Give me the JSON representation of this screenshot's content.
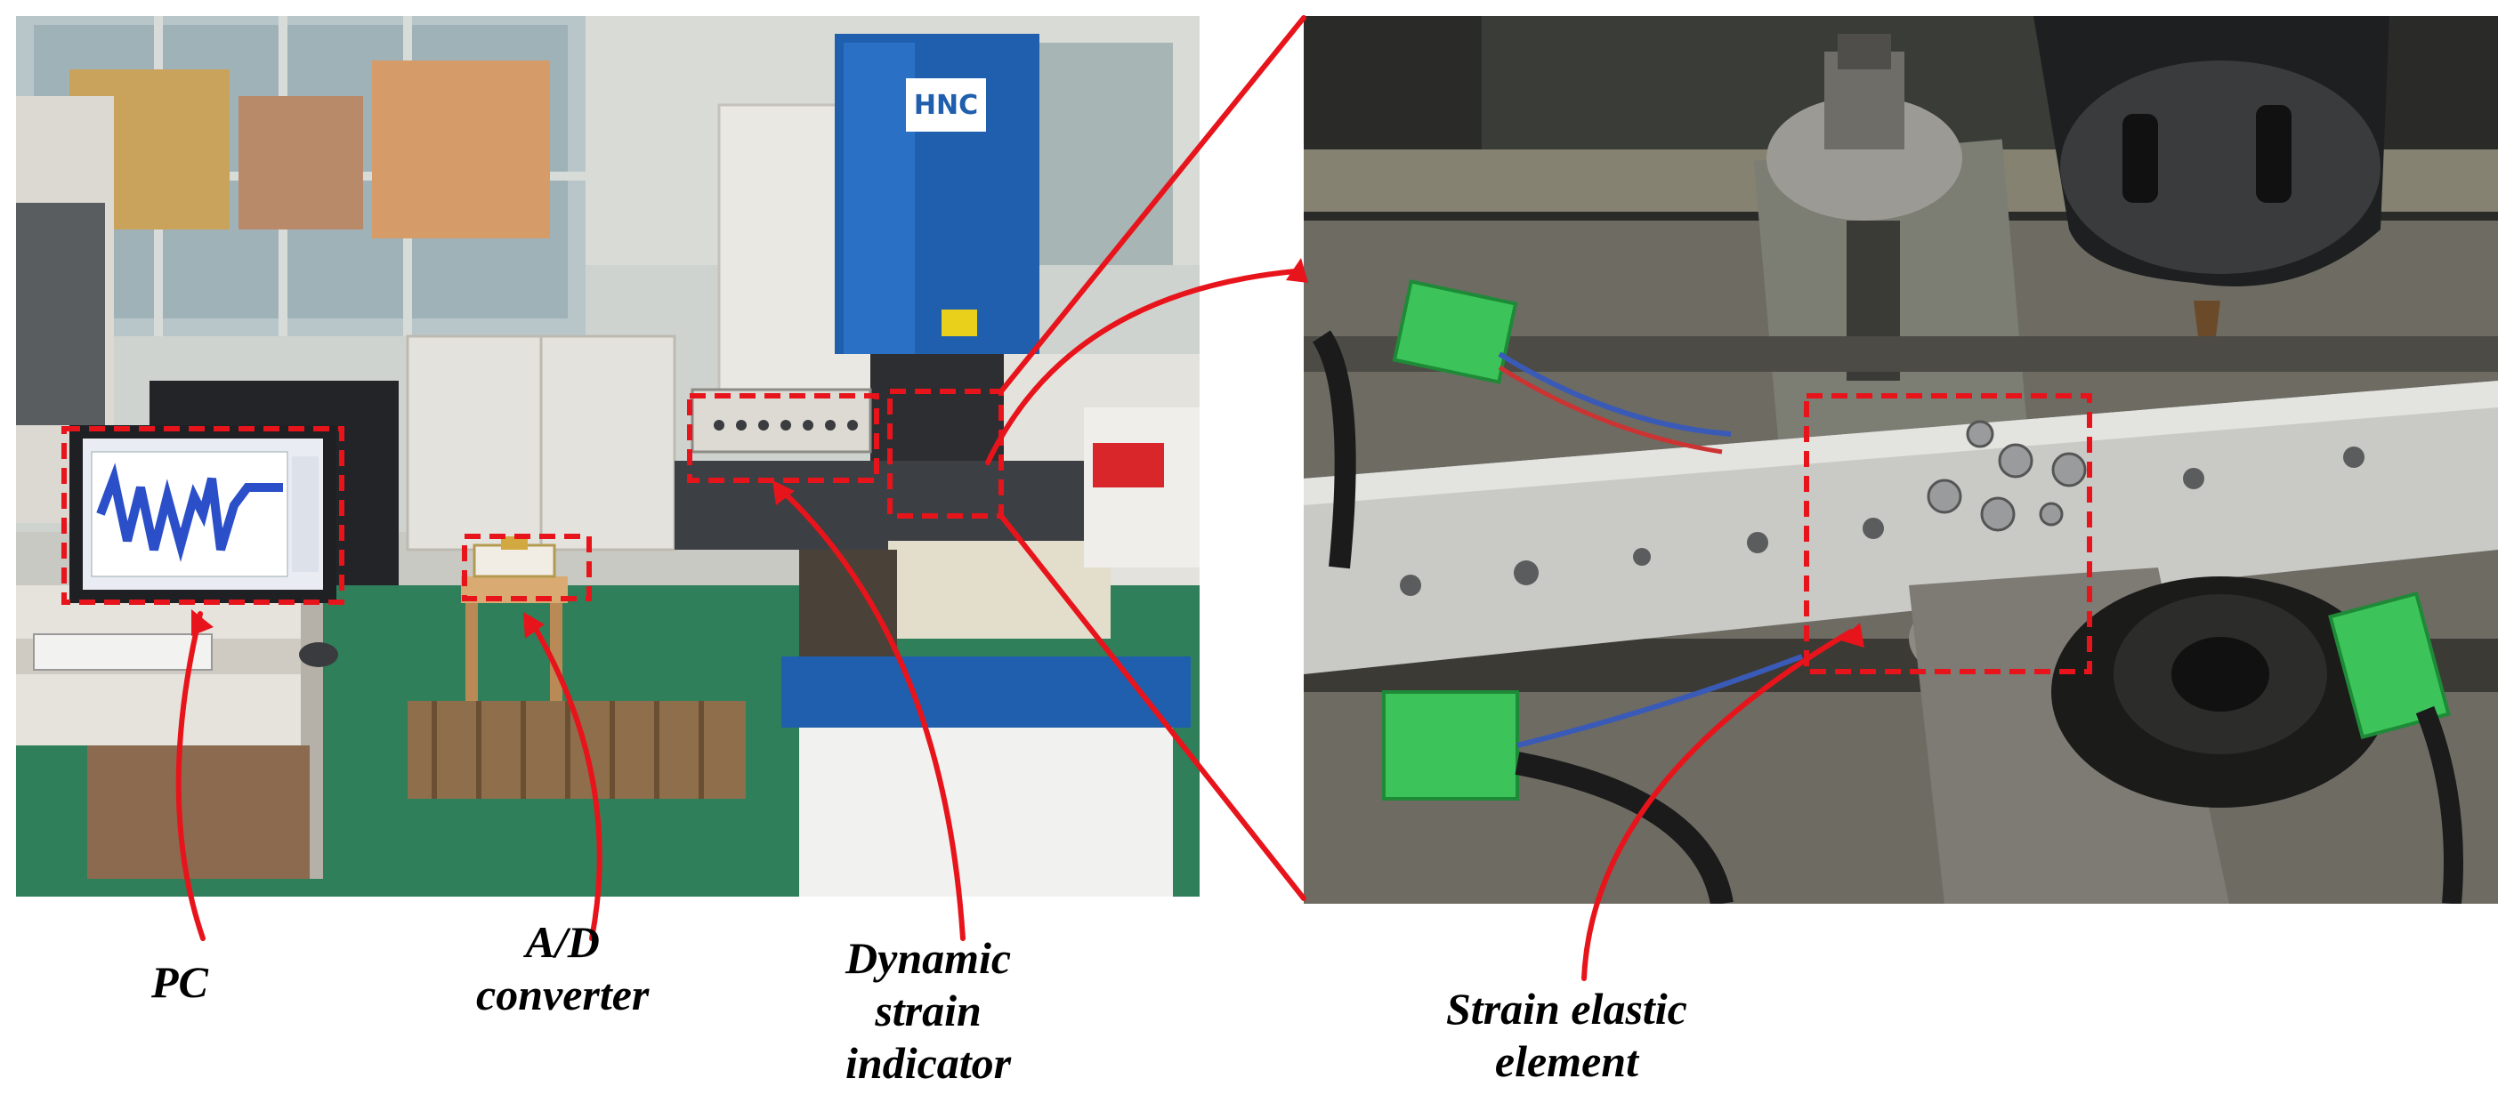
{
  "figure": {
    "left_photo": {
      "description": "Machining center test setup with PC, A/D converter and dynamic strain indicator",
      "labels": {
        "pc": "PC",
        "ad_converter_line1": "A/D",
        "ad_converter_line2": "converter",
        "strain_indicator_line1": "Dynamic",
        "strain_indicator_line2": "strain",
        "strain_indicator_line3": "indicator"
      }
    },
    "right_photo": {
      "labels": {
        "elastic_line1": "Strain elastic",
        "elastic_line2": "element"
      }
    },
    "colors": {
      "annotation": "#e8141b",
      "machine_blue": "#1f5fae",
      "floor_green": "#2f7f5a",
      "connector_green": "#3cc45a",
      "label_text": "#000000"
    }
  }
}
